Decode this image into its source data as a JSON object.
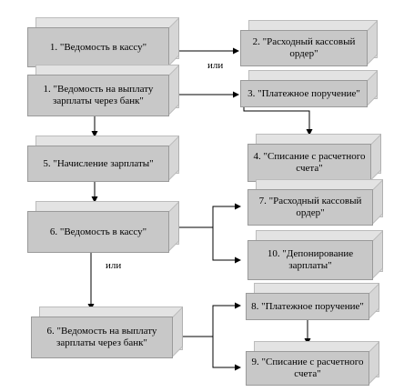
{
  "boxes": {
    "b1": "1. \"Ведомость в кассу\"",
    "b1b": "1. \"Ведомость на выплату зарплаты через банк\"",
    "b2": "2. \"Расходный кассовый ордер\"",
    "b3": "3. \"Платежное поручение\"",
    "b4": "4. \"Списание с расчетного счета\"",
    "b5": "5. \"Начисление  зарплаты\"",
    "b6": "6. \"Ведомость в кассу\"",
    "b6b": "6. \"Ведомость на выплату зарплаты через банк\"",
    "b7": "7. \"Расходный кассовый ордер\"",
    "b8": "8. \"Платежное поручение\"",
    "b9": "9. \"Списание с расчетного счета\"",
    "b10": "10. \"Депонирование зарплаты\""
  },
  "labels": {
    "or_top": "или",
    "or_bottom": "или"
  }
}
